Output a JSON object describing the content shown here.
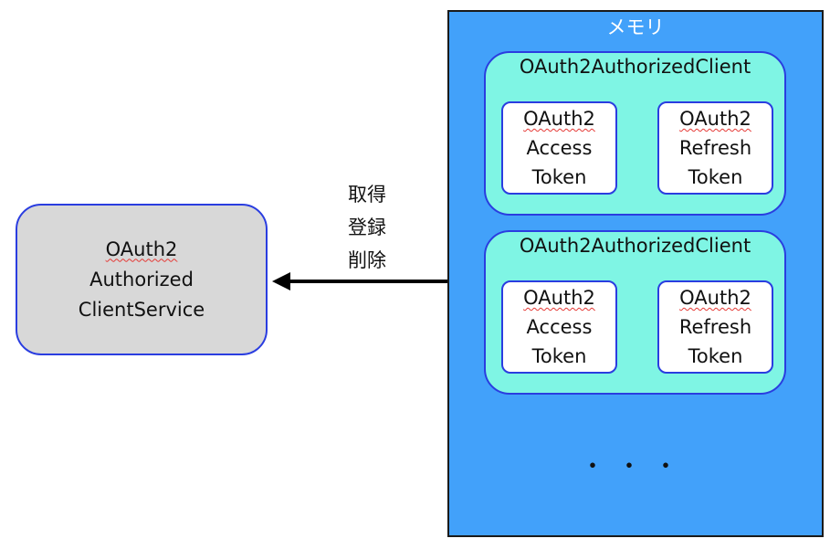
{
  "service": {
    "line1": "OAuth2",
    "line2": "Authorized",
    "line3": "ClientService"
  },
  "operations": [
    "取得",
    "登録",
    "削除"
  ],
  "memory": {
    "title": "メモリ",
    "clients": [
      {
        "title": "OAuth2AuthorizedClient",
        "access_token": [
          "OAuth2",
          "Access",
          "Token"
        ],
        "refresh_token": [
          "OAuth2",
          "Refresh",
          "Token"
        ]
      },
      {
        "title": "OAuth2AuthorizedClient",
        "access_token": [
          "OAuth2",
          "Access",
          "Token"
        ],
        "refresh_token": [
          "OAuth2",
          "Refresh",
          "Token"
        ]
      }
    ],
    "ellipsis": "・・・"
  },
  "colors": {
    "memory_bg": "#42a1fa",
    "client_bg": "#7ff5e4",
    "service_bg": "#d8d8d8",
    "border_blue": "#2a3de0"
  }
}
